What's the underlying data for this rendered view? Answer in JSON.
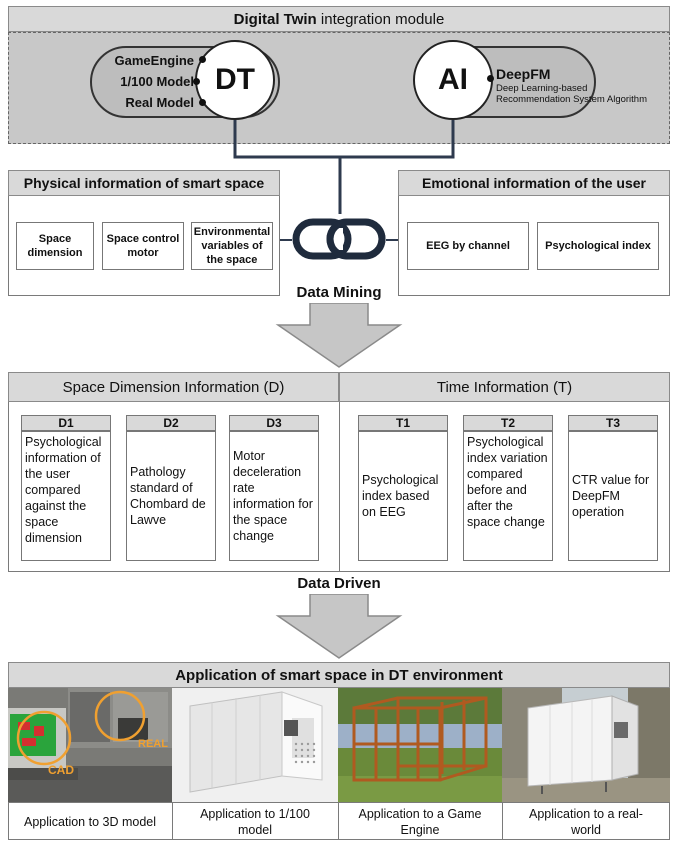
{
  "dt_module": {
    "title_bold": "Digital Twin",
    "title_rest": " integration module",
    "dt_label": "DT",
    "ai_label": "AI",
    "dt_items": [
      "GameEngine",
      "1/100 Model",
      "Real Model"
    ],
    "ai_title": "DeepFM",
    "ai_desc_line1": "Deep Learning-based",
    "ai_desc_line2": "Recommendation System Algorithm"
  },
  "physical": {
    "title": "Physical information of smart space",
    "items": [
      "Space dimension",
      "Space control motor",
      "Environmental variables of the space"
    ]
  },
  "emotional": {
    "title": "Emotional information of the user",
    "items": [
      "EEG by channel",
      "Psychological index"
    ]
  },
  "arrow1_label": "Data Mining",
  "arrow2_label": "Data Driven",
  "space_dim": {
    "title": "Space Dimension Information (D)",
    "cells": [
      {
        "id": "D1",
        "text": "Psychological information of the user compared against the space dimension"
      },
      {
        "id": "D2",
        "text": "Pathology standard of Chombard de Lawve"
      },
      {
        "id": "D3",
        "text": "Motor deceleration rate information for the space change"
      }
    ]
  },
  "time_info": {
    "title": "Time Information (T)",
    "cells": [
      {
        "id": "T1",
        "text": "Psychological index based on EEG"
      },
      {
        "id": "T2",
        "text": "Psychological index variation compared before and after the space change"
      },
      {
        "id": "T3",
        "text": "CTR value for DeepFM operation"
      }
    ]
  },
  "application": {
    "title": "Application of smart space in DT environment",
    "photo_labels": {
      "cad": "CAD",
      "real": "REAL"
    },
    "captions": [
      "Application to 3D model",
      "Application to 1/100 model",
      "Application to a Game Engine",
      "Application to a real-world"
    ]
  },
  "colors": {
    "header_gray": "#d9d9d9",
    "dashed_panel": "#c8c8c8",
    "line_navy": "#2e3a4e",
    "arrow_gray": "#c6c6c6",
    "label_orange": "#f0a030"
  }
}
